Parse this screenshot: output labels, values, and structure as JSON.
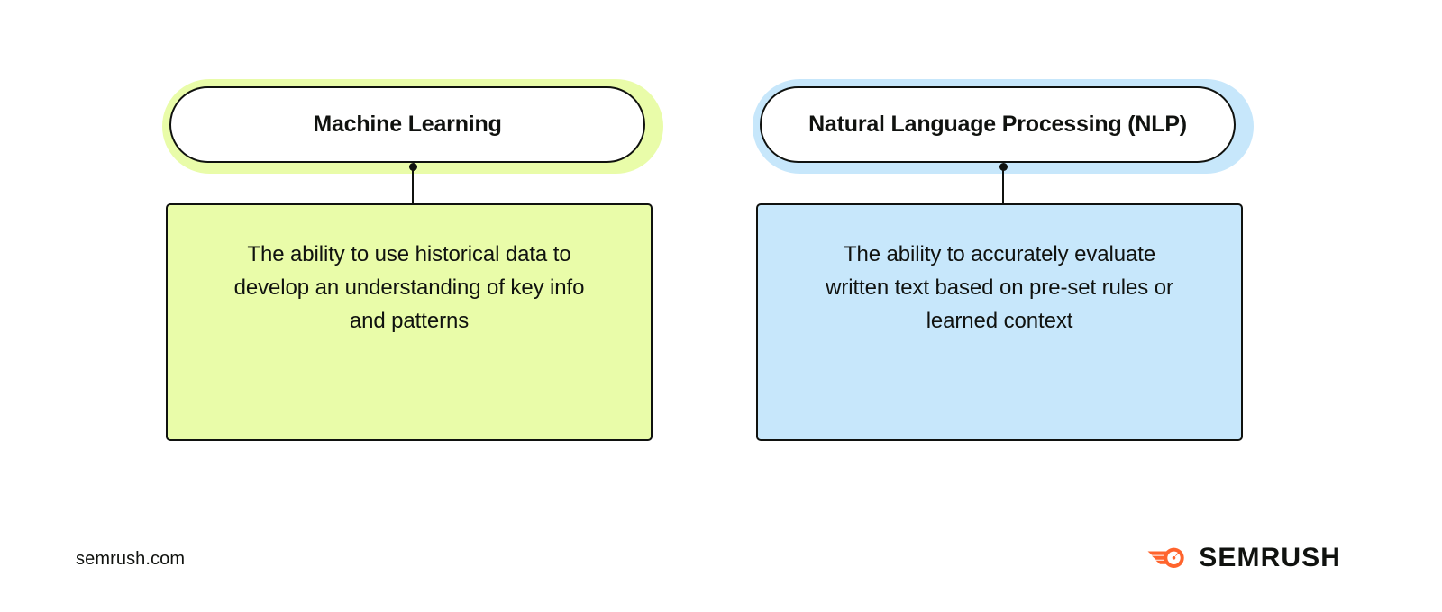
{
  "page": {
    "background_color": "#ffffff",
    "text_color": "#10120f"
  },
  "diagram": {
    "type": "two-column-concept-cards",
    "columns": [
      {
        "id": "machine-learning",
        "accent_color": "#e9fca9",
        "header": "Machine Learning",
        "body": "The ability to use historical data to develop an understanding of key info and patterns"
      },
      {
        "id": "natural-language-processing",
        "accent_color": "#c7e7fb",
        "header": "Natural Language Processing (NLP)",
        "body": "The ability to accurately evaluate written text based on pre-set rules or learned context"
      }
    ]
  },
  "footer": {
    "url": "semrush.com",
    "brand_name": "SEMRUSH",
    "brand_color": "#ff642d"
  }
}
